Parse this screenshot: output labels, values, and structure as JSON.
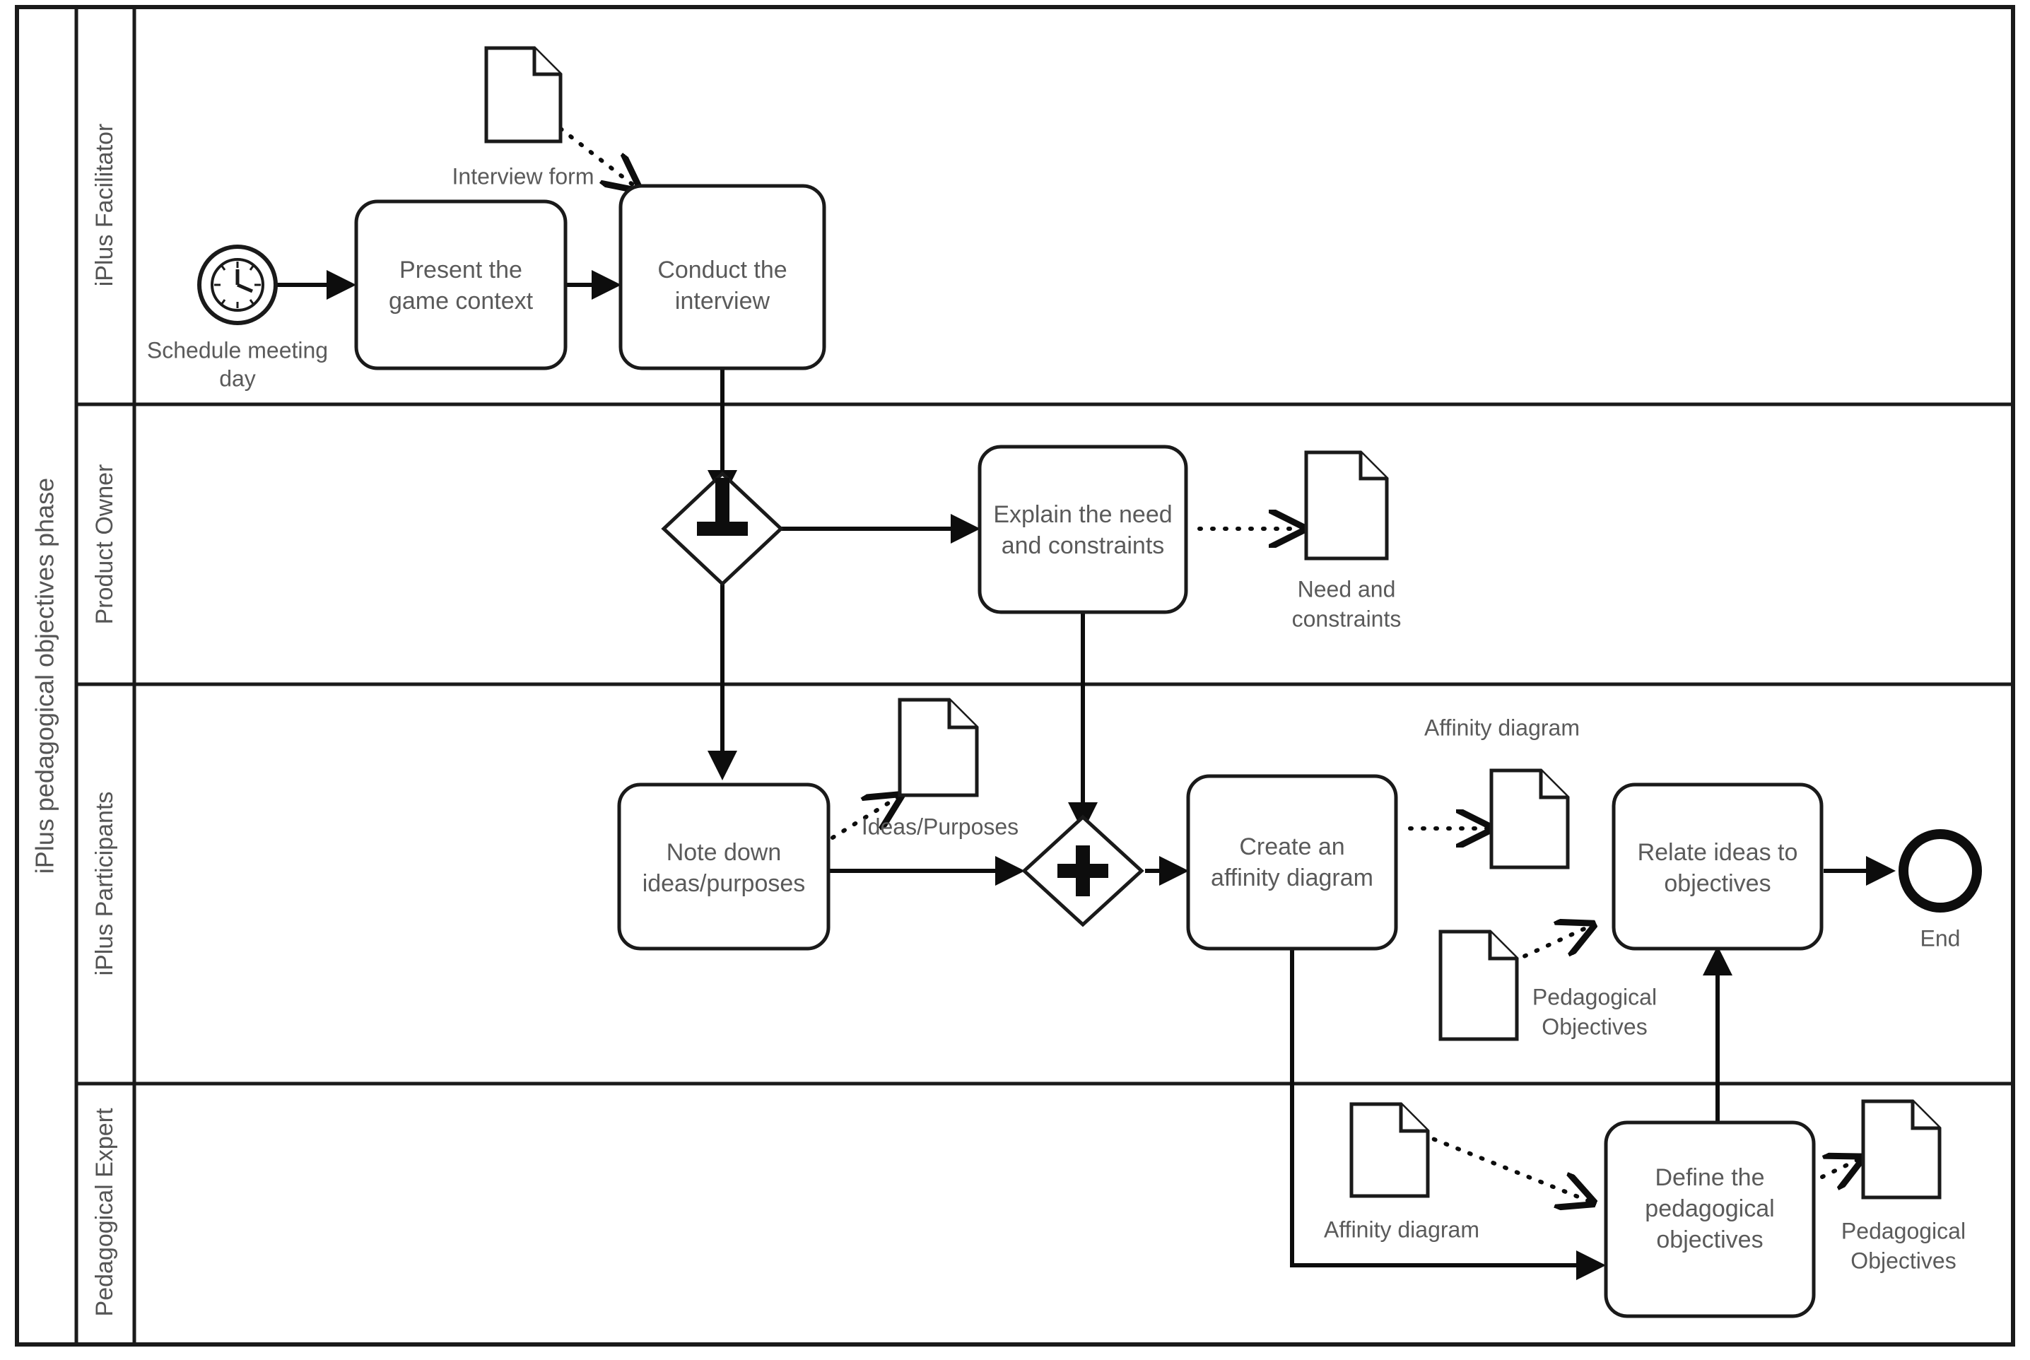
{
  "diagram": {
    "type": "bpmn-collaboration",
    "pool": {
      "name": "iPlus pedagogical objectives phase"
    },
    "lanes": [
      {
        "id": "facilitator",
        "name": "iPlus Facilitator"
      },
      {
        "id": "product-owner",
        "name": "Product Owner"
      },
      {
        "id": "participants",
        "name": "iPlus Participants"
      },
      {
        "id": "pedagogical-expert",
        "name": "Pedagogical Expert"
      }
    ],
    "events": [
      {
        "id": "start-timer",
        "kind": "timer-start-event",
        "label": "Schedule meeting\nday",
        "label_line1": "Schedule meeting",
        "label_line2": "day",
        "lane": "facilitator"
      },
      {
        "id": "end-event",
        "kind": "end-event",
        "label": "End",
        "lane": "participants"
      }
    ],
    "tasks": [
      {
        "id": "present-game-context",
        "label_line1": "Present the",
        "label_line2": "game context",
        "lane": "facilitator"
      },
      {
        "id": "conduct-interview",
        "label_line1": "Conduct the",
        "label_line2": "interview",
        "lane": "facilitator"
      },
      {
        "id": "explain-need",
        "label_line1": "Explain the need",
        "label_line2": "and constraints",
        "lane": "product-owner"
      },
      {
        "id": "note-down-ideas",
        "label_line1": "Note down",
        "label_line2": "ideas/purposes",
        "lane": "participants"
      },
      {
        "id": "create-affinity",
        "label_line1": "Create an",
        "label_line2": "affinity diagram",
        "lane": "participants"
      },
      {
        "id": "relate-ideas",
        "label_line1": "Relate ideas to",
        "label_line2": "objectives",
        "lane": "participants"
      },
      {
        "id": "define-objectives",
        "label_line1": "Define the",
        "label_line2": "pedagogical",
        "label_line3": "objectives",
        "lane": "pedagogical-expert"
      }
    ],
    "gateways": [
      {
        "id": "gateway-split",
        "kind": "parallel-gateway",
        "symbol": "+",
        "lane": "product-owner"
      },
      {
        "id": "gateway-join",
        "kind": "parallel-gateway",
        "symbol": "+",
        "lane": "participants"
      }
    ],
    "data_objects": [
      {
        "id": "doc-interview-form",
        "label_line1": "Interview form",
        "lane": "facilitator"
      },
      {
        "id": "doc-need-constraints",
        "label_line1": "Need and",
        "label_line2": "constraints",
        "lane": "product-owner"
      },
      {
        "id": "doc-ideas-purposes",
        "label_line1": "Ideas/Purposes",
        "lane": "participants"
      },
      {
        "id": "doc-affinity-top",
        "label_line1": "Affinity diagram",
        "lane": "participants"
      },
      {
        "id": "doc-pedagogical-obj-mid",
        "label_line1": "Pedagogical",
        "label_line2": "Objectives",
        "lane": "participants"
      },
      {
        "id": "doc-affinity-bottom",
        "label_line1": "Affinity diagram",
        "lane": "pedagogical-expert"
      },
      {
        "id": "doc-pedagogical-obj-right",
        "label_line1": "Pedagogical",
        "label_line2": "Objectives",
        "lane": "pedagogical-expert"
      }
    ],
    "colors": {
      "stroke": "#1a1a1a",
      "text": "#5a5a5a",
      "background": "#ffffff"
    }
  }
}
